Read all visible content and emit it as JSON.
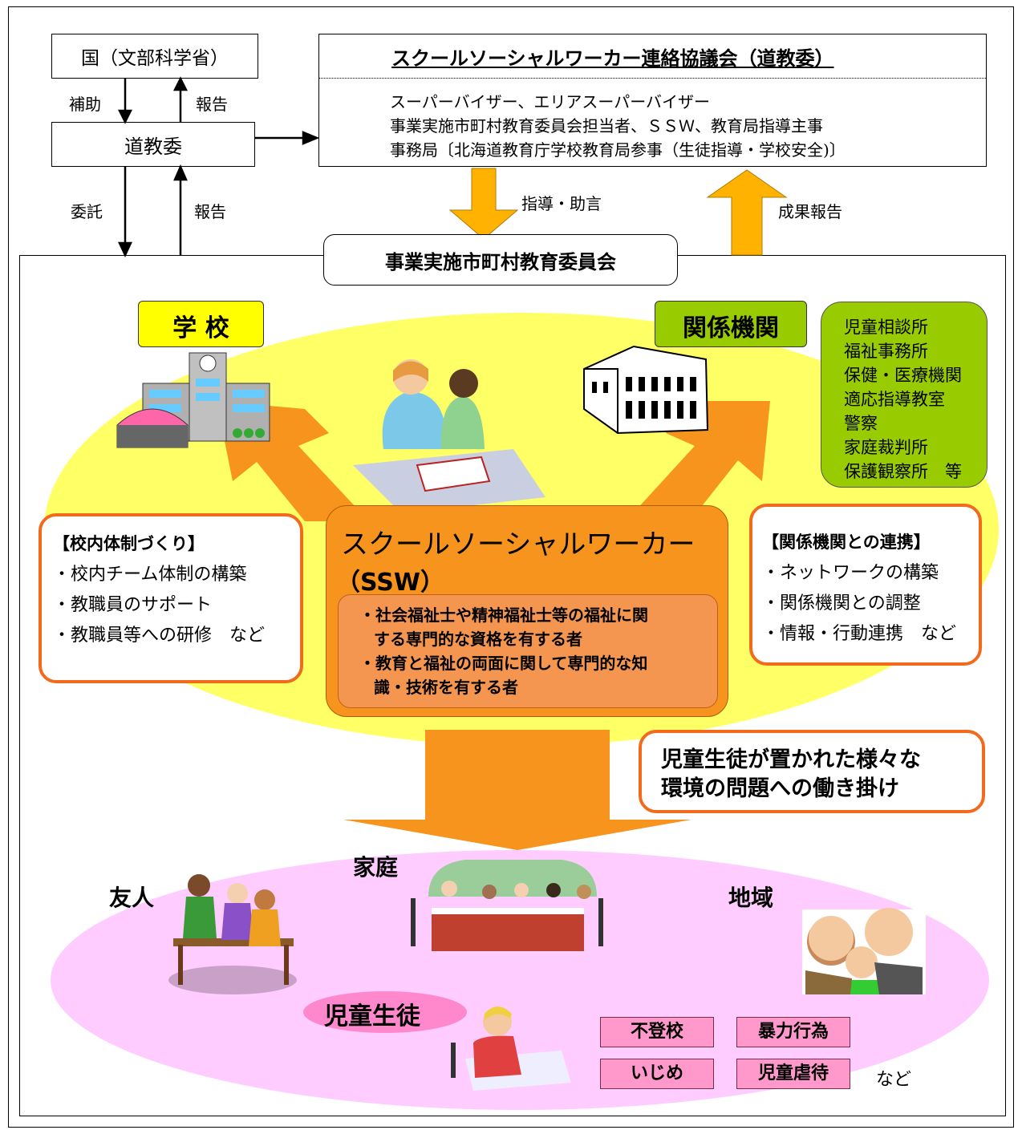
{
  "top": {
    "ministry": "国（文部科学省）",
    "hokkaido_board": "道教委",
    "subsidy": "補助",
    "report1": "報告",
    "commission": "委託",
    "report2": "報告"
  },
  "council": {
    "title": "スクールソーシャルワーカー連絡協議会（道教委）",
    "lines": [
      "スーパーバイザー、エリアスーパーバイザー",
      "事業実施市町村教育委員会担当者、ＳＳＷ、教育局指導主事",
      "事務局〔北海道教育庁学校教育局参事（生徒指導・学校安全)〕"
    ],
    "guidance": "指導・助言",
    "result_report": "成果報告"
  },
  "municipal_board": "事業実施市町村教育委員会",
  "school": {
    "label": "学 校",
    "box_title": "【校内体制づくり】",
    "items": [
      "・校内チーム体制の構築",
      "・教職員のサポート",
      "・教職員等への研修　など"
    ]
  },
  "agencies": {
    "label": "関係機関",
    "list": [
      "児童相談所",
      "福祉事務所",
      "保健・医療機関",
      "適応指導教室",
      "警察",
      "家庭裁判所",
      "保護観察所　等"
    ],
    "box_title": "【関係機関との連携】",
    "items": [
      "・ネットワークの構築",
      "・関係機関との調整",
      "・情報・行動連携　など"
    ]
  },
  "ssw": {
    "title1": "スクールソーシャルワーカー",
    "title2": "（SSW）",
    "qual1a": "・社会福祉士や精神福祉士等の福祉に関",
    "qual1b": "する専門的な資格を有する者",
    "qual2a": "・教育と福祉の両面に関して専門的な知",
    "qual2b": "識・技術を有する者"
  },
  "approach": {
    "line1": "児童生徒が置かれた様々な",
    "line2": "環境の問題への働き掛け"
  },
  "environment": {
    "friends": "友人",
    "family": "家庭",
    "community": "地域",
    "students": "児童生徒"
  },
  "issues": [
    "不登校",
    "暴力行為",
    "いじめ",
    "児童虐待"
  ],
  "etc": "など",
  "colors": {
    "yellow_oval": "#ffff66",
    "pink_oval": "#ffccff",
    "orange": "#f7941d",
    "orange_border": "#f26b1d",
    "green": "#99cc00",
    "arrow_gold": "#ffb300"
  }
}
